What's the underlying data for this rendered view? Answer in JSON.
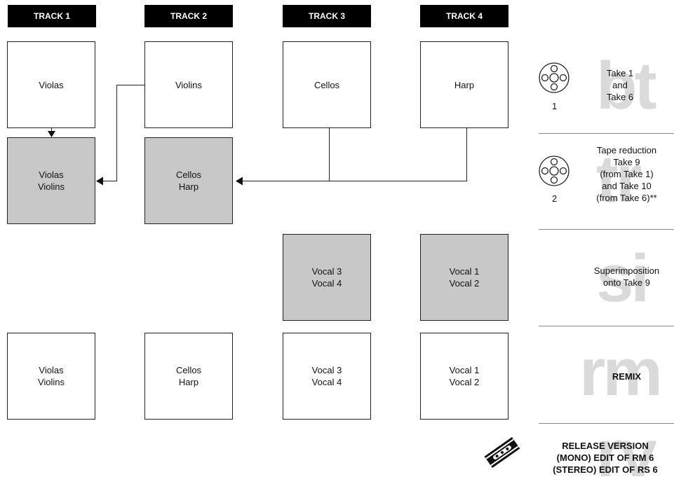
{
  "tracks": [
    "TRACK 1",
    "TRACK 2",
    "TRACK 3",
    "TRACK 4"
  ],
  "row1": [
    "Violas",
    "Violins",
    "Cellos",
    "Harp"
  ],
  "row2": [
    "Violas\nViolins",
    "Cellos\nHarp"
  ],
  "row3": [
    "Vocal 3\nVocal 4",
    "Vocal 1\nVocal 2"
  ],
  "row4": [
    "Violas\nViolins",
    "Cellos\nHarp",
    "Vocal 3\nVocal 4",
    "Vocal 1\nVocal 2"
  ],
  "stages": [
    {
      "watermark": "bt",
      "number": "1",
      "text": "Take 1\nand\nTake 6"
    },
    {
      "watermark": "tr",
      "number": "2",
      "text": "Tape reduction\nTake 9\n(from Take 1)\nand Take 10\n(from Take 6)**"
    },
    {
      "watermark": "si",
      "text": "Superimposition\nonto Take 9"
    },
    {
      "watermark": "rm",
      "text": "REMIX"
    },
    {
      "watermark": "rv",
      "text": "RELEASE VERSION\n(MONO) EDIT OF RM 6\n(STEREO) EDIT OF RS 6"
    }
  ]
}
